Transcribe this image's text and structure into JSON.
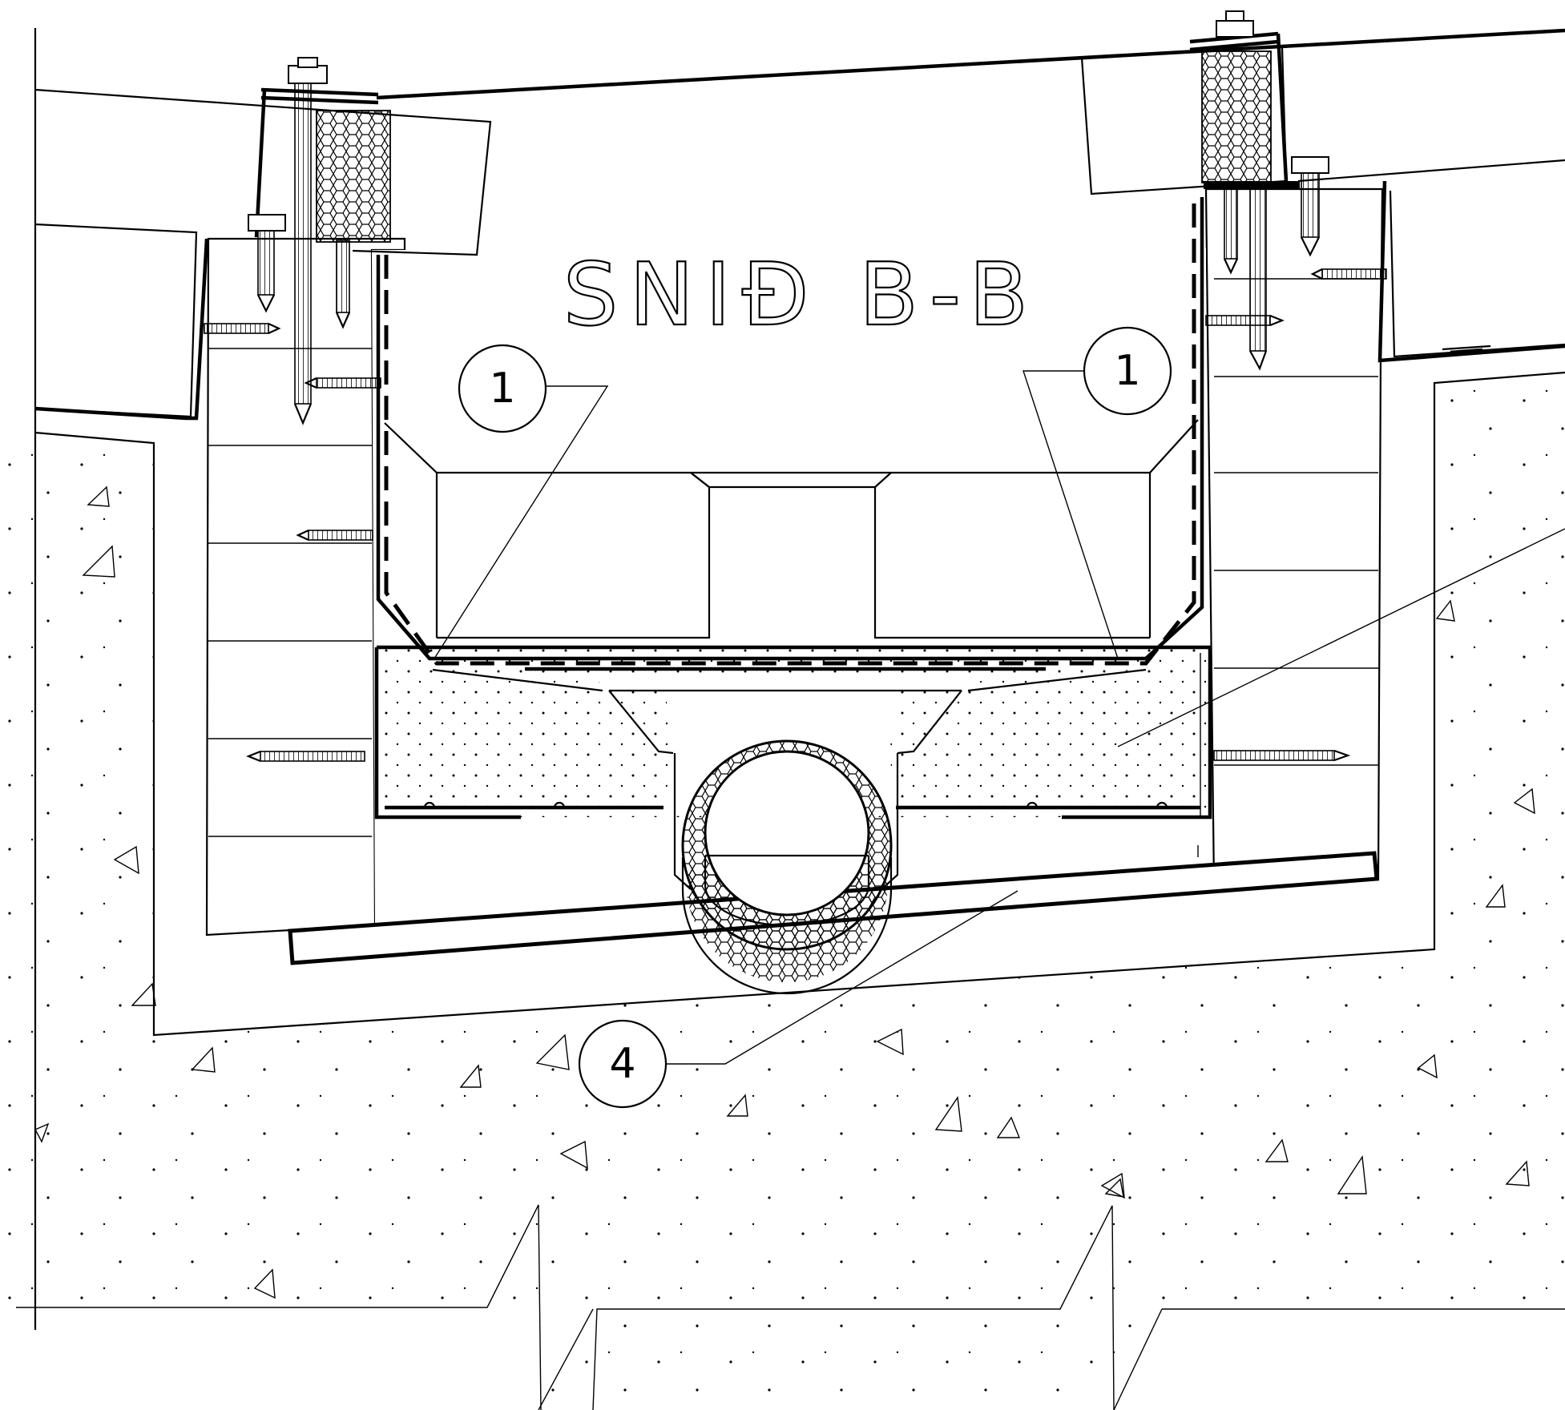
{
  "title": "SNIÐ B-B",
  "callouts": [
    {
      "id": "callout-1-left",
      "label": "1"
    },
    {
      "id": "callout-1-right",
      "label": "1"
    },
    {
      "id": "callout-4",
      "label": "4"
    }
  ]
}
